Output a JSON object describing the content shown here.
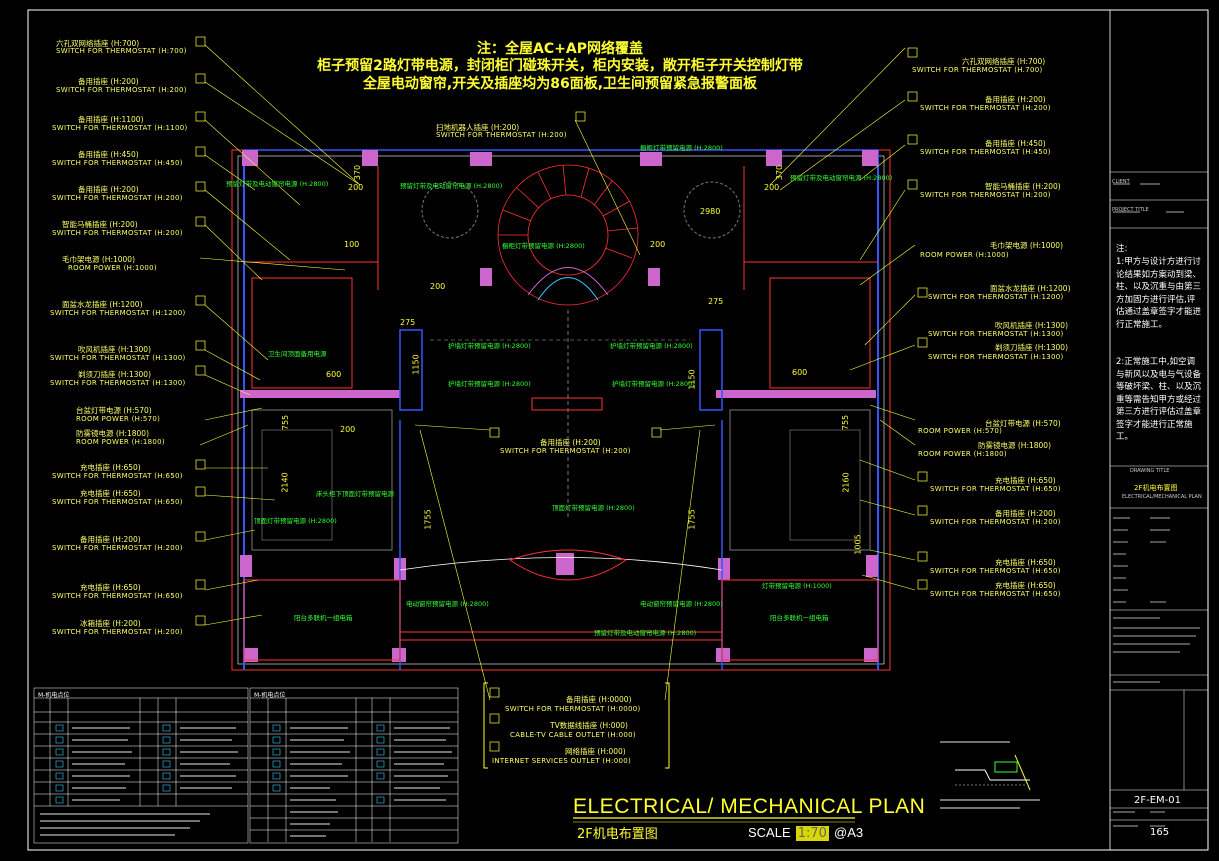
{
  "top_notes": [
    "注：全屋AC+AP网络覆盖",
    "柜子预留2路灯带电源，封闭柜门碰珠开关，柜内安装，敞开柜子开关控制灯带",
    "全屋电动窗帘,开关及插座均为86面板,卫生间预留紧急报警面板"
  ],
  "left_callouts": [
    {
      "cn": "六孔双网络插座 (H:700)",
      "en": "SWITCH FOR THERMOSTAT (H:700)"
    },
    {
      "cn": "备用插座 (H:200)",
      "en": "SWITCH FOR THERMOSTAT (H:200)"
    },
    {
      "cn": "备用插座 (H:1100)",
      "en": "SWITCH FOR THERMOSTAT (H:1100)"
    },
    {
      "cn": "备用插座 (H:450)",
      "en": "SWITCH FOR THERMOSTAT (H:450)"
    },
    {
      "cn": "备用插座 (H:200)",
      "en": "SWITCH FOR THERMOSTAT (H:200)"
    },
    {
      "cn": "智能马桶插座 (H:200)",
      "en": "SWITCH FOR THERMOSTAT (H:200)"
    },
    {
      "cn": "毛巾架电源 (H:1000)",
      "en": "ROOM POWER    (H:1000)"
    },
    {
      "cn": "面盆水龙插座 (H:1200)",
      "en": "SWITCH FOR THERMOSTAT (H:1200)"
    },
    {
      "cn": "吹风机插座 (H:1300)",
      "en": "SWITCH FOR THERMOSTAT (H:1300)"
    },
    {
      "cn": "剃须刀插座 (H:1300)",
      "en": "SWITCH FOR THERMOSTAT (H:1300)"
    },
    {
      "cn": "台盆灯带电源 (H:570)",
      "en": "ROOM POWER   (H:570)"
    },
    {
      "cn": "防雾镜电源 (H:1800)",
      "en": "ROOM POWER   (H:1800)"
    },
    {
      "cn": "充电插座 (H:650)",
      "en": "SWITCH FOR THERMOSTAT (H:650)"
    },
    {
      "cn": "充电插座 (H:650)",
      "en": "SWITCH FOR THERMOSTAT (H:650)"
    },
    {
      "cn": "备用插座 (H:200)",
      "en": "SWITCH FOR THERMOSTAT (H:200)"
    },
    {
      "cn": "充电插座 (H:650)",
      "en": "SWITCH FOR THERMOSTAT (H:650)"
    },
    {
      "cn": "冰箱插座 (H:200)",
      "en": "SWITCH FOR THERMOSTAT (H:200)"
    }
  ],
  "right_callouts": [
    {
      "cn": "六孔双网络插座 (H:700)",
      "en": "SWITCH FOR THERMOSTAT (H.700)"
    },
    {
      "cn": "备用插座 (H:200)",
      "en": "SWITCH FOR THERMOSTAT (H:200)"
    },
    {
      "cn": "备用插座 (H:450)",
      "en": "SWITCH FOR THERMOSTAT (H:450)"
    },
    {
      "cn": "智能马桶插座 (H:200)",
      "en": "SWITCH FOR THERMOSTAT (H:200)"
    },
    {
      "cn": "毛巾架电源 (H:1000)",
      "en": "ROOM POWER    (H:1000)"
    },
    {
      "cn": "面盆水龙插座 (H:1200)",
      "en": "SWITCH FOR THERMOSTAT (H:1200)"
    },
    {
      "cn": "吹风机插座 (H:1300)",
      "en": "SWITCH FOR THERMOSTAT (H:1300)"
    },
    {
      "cn": "剃须刀插座 (H:1300)",
      "en": "SWITCH FOR THERMOSTAT (H:1300)"
    },
    {
      "cn": "台盆灯带电源 (H:570)",
      "en": "ROOM POWER   (H:570)"
    },
    {
      "cn": "防雾镜电源 (H:1800)",
      "en": "ROOM POWER   (H:1800)"
    },
    {
      "cn": "充电插座 (H:650)",
      "en": "SWITCH FOR THERMOSTAT (H:650)"
    },
    {
      "cn": "备用插座 (H:200)",
      "en": "SWITCH FOR THERMOSTAT (H:200)"
    },
    {
      "cn": "充电插座 (H:650)",
      "en": "SWITCH FOR THERMOSTAT (H:650)"
    },
    {
      "cn": "充电插座 (H:650)",
      "en": "SWITCH FOR THERMOSTAT (H:650)"
    }
  ],
  "center_callouts": {
    "sweeper": {
      "cn": "扫地机器人插座 (H:200)",
      "en": "SWITCH FOR THERMOSTAT (H:200)"
    },
    "mid": {
      "cn": "备用插座 (H:200)",
      "en": "SWITCH FOR THERMOSTAT (H:200)"
    },
    "bottom": [
      {
        "cn": "备用插座 (H:0000)",
        "en": "SWITCH FOR THERMOSTAT (H:0000)"
      },
      {
        "cn": "TV数据线插座 (H:000)",
        "en": "CABLE-TV CABLE OUTLET (H:000)"
      },
      {
        "cn": "网络插座 (H:000)",
        "en": "INTERNET SERVICES OUTLET (H:000)"
      }
    ]
  },
  "dimensions": [
    "2980",
    "275",
    "275",
    "100",
    "200",
    "200",
    "600",
    "1150",
    "1150",
    "1755",
    "1755",
    "2140",
    "2160",
    "1005",
    "755",
    "755",
    "600",
    "370",
    "370",
    "200",
    "200",
    "200"
  ],
  "plan_tags": [
    "预留灯带及电动窗帘电源 (H:2800)",
    "预留灯带及电动窗帘电源 (H:2800)",
    "预留灯带及电动窗帘电源 (H:2800)",
    "橱柜灯带预留电源 (H:2800)",
    "橱柜灯带预留电源 (H:2800)",
    "护墙灯带预留电源 (H:2800)",
    "护墙灯带预留电源 (H:2800)",
    "护墙灯带预留电源 (H:2800)",
    "护墙灯带预留电源 (H:2800)",
    "顶面灯带预留电源 (H:2800)",
    "顶面灯带预留电源 (H:2800)",
    "灯带预留电源 (H:1000)",
    "卫生间顶面备用电源",
    "床头柜下顶面灯带预留电源",
    "阳台多联机一组电箱",
    "阳台多联机一组电箱",
    "电动窗帘预留电源 (H:2800)",
    "电动窗帘预留电源 (H:2800)",
    "预留灯带及电动窗帘电源 (H:2800)"
  ],
  "side_notes": [
    "注:",
    "1:甲方与设计方进行讨论结果如方案动到梁、柱、以及沉重与由第三方加固方进行评估,评估通过盖章签字才能进行正常施工。",
    "2:正常施工中,如空调与新风以及电与气设备等破坏梁、柱、以及沉重等需告知甲方或经过第三方进行评估过盖章签字才能进行正常施工。"
  ],
  "title": {
    "main": "ELECTRICAL/ MECHANICAL PLAN",
    "sub": "2F机电布置图",
    "scale_label": "SCALE",
    "scale_value": "1:70",
    "paper": "@A3"
  },
  "title_block": {
    "client": "CLIENT",
    "project": "PROJECT TITLE",
    "drawing_title_label": "DRAWING TITLE",
    "drawing_title_cn": "2F机电布置图",
    "drawing_title_en": "ELECTRICAL/MECHANICAL PLAN",
    "drawing_no": "2F-EM-01",
    "page": "165"
  },
  "legends": [
    {
      "title": "M-机电点位"
    },
    {
      "title": "M-机电点位"
    }
  ],
  "colors": {
    "bg": "#000000",
    "yellow": "#ffff33",
    "green": "#33ff33",
    "red": "#ff3333",
    "magenta": "#ff33ff",
    "blue": "#3355ff",
    "white": "#ffffff"
  }
}
